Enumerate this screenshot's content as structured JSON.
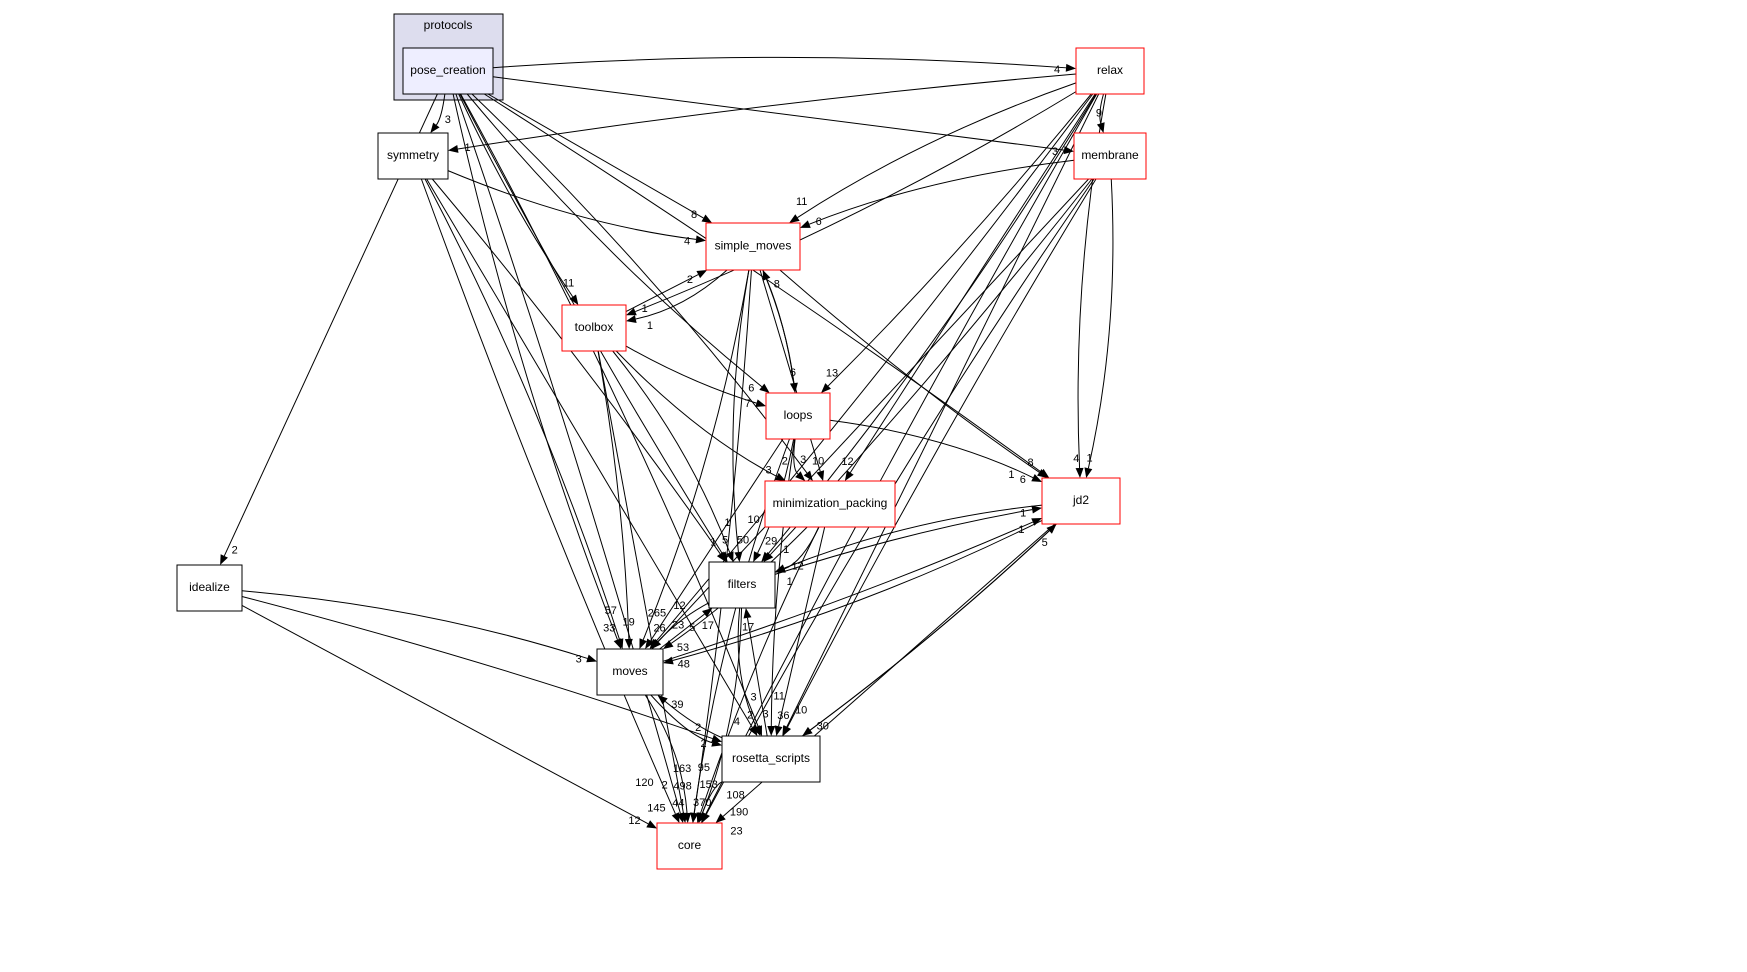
{
  "cluster": {
    "label": "protocols",
    "fill": "#ddddee"
  },
  "nodes": [
    {
      "id": "pose_creation",
      "label": "pose_creation",
      "style": "current"
    },
    {
      "id": "relax",
      "label": "relax",
      "style": "red"
    },
    {
      "id": "symmetry",
      "label": "symmetry",
      "style": "plain"
    },
    {
      "id": "membrane",
      "label": "membrane",
      "style": "red"
    },
    {
      "id": "simple_moves",
      "label": "simple_moves",
      "style": "red"
    },
    {
      "id": "toolbox",
      "label": "toolbox",
      "style": "red"
    },
    {
      "id": "loops",
      "label": "loops",
      "style": "red"
    },
    {
      "id": "minimization_packing",
      "label": "minimization_packing",
      "style": "red"
    },
    {
      "id": "jd2",
      "label": "jd2",
      "style": "red"
    },
    {
      "id": "idealize",
      "label": "idealize",
      "style": "plain"
    },
    {
      "id": "filters",
      "label": "filters",
      "style": "plain"
    },
    {
      "id": "moves",
      "label": "moves",
      "style": "plain"
    },
    {
      "id": "rosetta_scripts",
      "label": "rosetta_scripts",
      "style": "plain"
    },
    {
      "id": "core",
      "label": "core",
      "style": "red"
    }
  ],
  "edges": [
    {
      "from": "pose_creation",
      "to": "relax",
      "label": "4"
    },
    {
      "from": "pose_creation",
      "to": "symmetry",
      "label": "3"
    },
    {
      "from": "pose_creation",
      "to": "simple_moves",
      "label": "8"
    },
    {
      "from": "pose_creation",
      "to": "toolbox",
      "label": "11"
    },
    {
      "from": "pose_creation",
      "to": "loops",
      "label": "6"
    },
    {
      "from": "pose_creation",
      "to": "minimization_packing",
      "label": "3"
    },
    {
      "from": "pose_creation",
      "to": "jd2",
      "label": "8"
    },
    {
      "from": "pose_creation",
      "to": "membrane",
      "label": "3"
    },
    {
      "from": "pose_creation",
      "to": "filters",
      "label": "1"
    },
    {
      "from": "pose_creation",
      "to": "moves",
      "label": "33"
    },
    {
      "from": "pose_creation",
      "to": "rosetta_scripts",
      "label": "2"
    },
    {
      "from": "pose_creation",
      "to": "core",
      "label": "44"
    },
    {
      "from": "pose_creation",
      "to": "idealize",
      "label": "2"
    },
    {
      "from": "relax",
      "to": "symmetry",
      "label": "1"
    },
    {
      "from": "relax",
      "to": "simple_moves",
      "label": "11"
    },
    {
      "from": "relax",
      "to": "toolbox",
      "label": "1"
    },
    {
      "from": "relax",
      "to": "loops",
      "label": "13"
    },
    {
      "from": "relax",
      "to": "minimization_packing",
      "label": "12"
    },
    {
      "from": "relax",
      "to": "membrane",
      "label": "9"
    },
    {
      "from": "relax",
      "to": "jd2",
      "label": "4"
    },
    {
      "from": "relax",
      "to": "filters",
      "label": "29"
    },
    {
      "from": "relax",
      "to": "moves",
      "label": "26"
    },
    {
      "from": "relax",
      "to": "rosetta_scripts",
      "label": "36"
    },
    {
      "from": "relax",
      "to": "core",
      "label": "370"
    },
    {
      "from": "symmetry",
      "to": "simple_moves",
      "label": "4"
    },
    {
      "from": "symmetry",
      "to": "moves",
      "label": "19"
    },
    {
      "from": "symmetry",
      "to": "filters",
      "label": "5"
    },
    {
      "from": "symmetry",
      "to": "rosetta_scripts",
      "label": "4"
    },
    {
      "from": "symmetry",
      "to": "core",
      "label": "145"
    },
    {
      "from": "membrane",
      "to": "simple_moves",
      "label": "6"
    },
    {
      "from": "membrane",
      "to": "jd2",
      "label": "1"
    },
    {
      "from": "membrane",
      "to": "filters",
      "label": "1"
    },
    {
      "from": "membrane",
      "to": "moves",
      "label": "23"
    },
    {
      "from": "membrane",
      "to": "rosetta_scripts",
      "label": "10"
    },
    {
      "from": "membrane",
      "to": "core",
      "label": "153"
    },
    {
      "from": "simple_moves",
      "to": "toolbox",
      "label": "1"
    },
    {
      "from": "simple_moves",
      "to": "loops",
      "label": "6"
    },
    {
      "from": "simple_moves",
      "to": "minimization_packing",
      "label": "10"
    },
    {
      "from": "simple_moves",
      "to": "jd2",
      "label": "6"
    },
    {
      "from": "simple_moves",
      "to": "filters",
      "label": "50"
    },
    {
      "from": "simple_moves",
      "to": "moves",
      "label": "265"
    },
    {
      "from": "simple_moves",
      "to": "core",
      "label": "498"
    },
    {
      "from": "toolbox",
      "to": "simple_moves",
      "label": "2"
    },
    {
      "from": "toolbox",
      "to": "loops",
      "label": "7"
    },
    {
      "from": "toolbox",
      "to": "minimization_packing",
      "label": "3"
    },
    {
      "from": "toolbox",
      "to": "filters",
      "label": "1"
    },
    {
      "from": "toolbox",
      "to": "moves",
      "label": "57"
    },
    {
      "from": "toolbox",
      "to": "core",
      "label": "2"
    },
    {
      "from": "loops",
      "to": "simple_moves",
      "label": "8"
    },
    {
      "from": "loops",
      "to": "minimization_packing",
      "label": "2"
    },
    {
      "from": "loops",
      "to": "jd2",
      "label": "1"
    },
    {
      "from": "loops",
      "to": "filters",
      "label": "10"
    },
    {
      "from": "loops",
      "to": "moves",
      "label": "53"
    },
    {
      "from": "loops",
      "to": "rosetta_scripts",
      "label": "3"
    },
    {
      "from": "loops",
      "to": "core",
      "label": "163"
    },
    {
      "from": "minimization_packing",
      "to": "filters",
      "label": "12"
    },
    {
      "from": "minimization_packing",
      "to": "moves",
      "label": "5"
    },
    {
      "from": "minimization_packing",
      "to": "rosetta_scripts",
      "label": "11"
    },
    {
      "from": "minimization_packing",
      "to": "core",
      "label": "108"
    },
    {
      "from": "jd2",
      "to": "filters",
      "label": "1"
    },
    {
      "from": "jd2",
      "to": "moves",
      "label": "48"
    },
    {
      "from": "jd2",
      "to": "rosetta_scripts",
      "label": "30"
    },
    {
      "from": "jd2",
      "to": "core",
      "label": "190"
    },
    {
      "from": "filters",
      "to": "moves",
      "label": "12"
    },
    {
      "from": "filters",
      "to": "rosetta_scripts",
      "label": "3"
    },
    {
      "from": "filters",
      "to": "core",
      "label": "23"
    },
    {
      "from": "filters",
      "to": "jd2",
      "label": "1"
    },
    {
      "from": "moves",
      "to": "filters",
      "label": "17"
    },
    {
      "from": "moves",
      "to": "jd2",
      "label": "1"
    },
    {
      "from": "moves",
      "to": "rosetta_scripts",
      "label": "2"
    },
    {
      "from": "moves",
      "to": "core",
      "label": "120"
    },
    {
      "from": "rosetta_scripts",
      "to": "moves",
      "label": "39"
    },
    {
      "from": "rosetta_scripts",
      "to": "filters",
      "label": "17"
    },
    {
      "from": "rosetta_scripts",
      "to": "jd2",
      "label": "5"
    },
    {
      "from": "rosetta_scripts",
      "to": "core",
      "label": "95"
    },
    {
      "from": "idealize",
      "to": "moves",
      "label": "3"
    },
    {
      "from": "idealize",
      "to": "rosetta_scripts",
      "label": "2"
    },
    {
      "from": "idealize",
      "to": "core",
      "label": "12"
    }
  ]
}
